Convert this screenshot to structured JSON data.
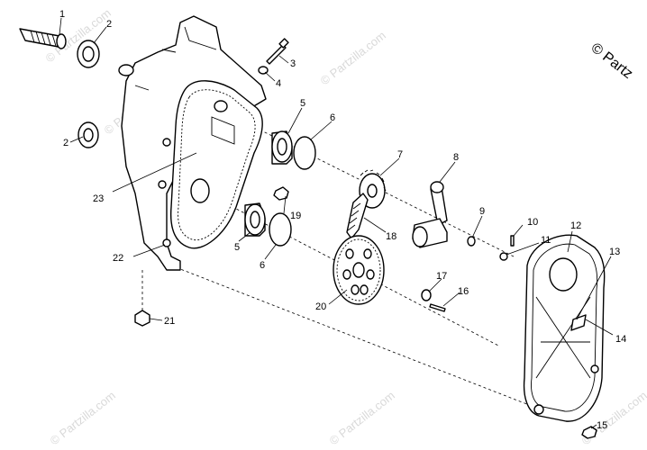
{
  "copyright": "© Partz",
  "watermark": "© Partzilla.com",
  "callouts": [
    "1",
    "2",
    "3",
    "4",
    "5",
    "6",
    "7",
    "8",
    "9",
    "10",
    "11",
    "12",
    "13",
    "14",
    "15",
    "16",
    "17",
    "18",
    "19",
    "20",
    "21",
    "22",
    "23"
  ],
  "duplicate_callouts": {
    "second_2": "2",
    "second_5": "5",
    "second_6": "6"
  }
}
